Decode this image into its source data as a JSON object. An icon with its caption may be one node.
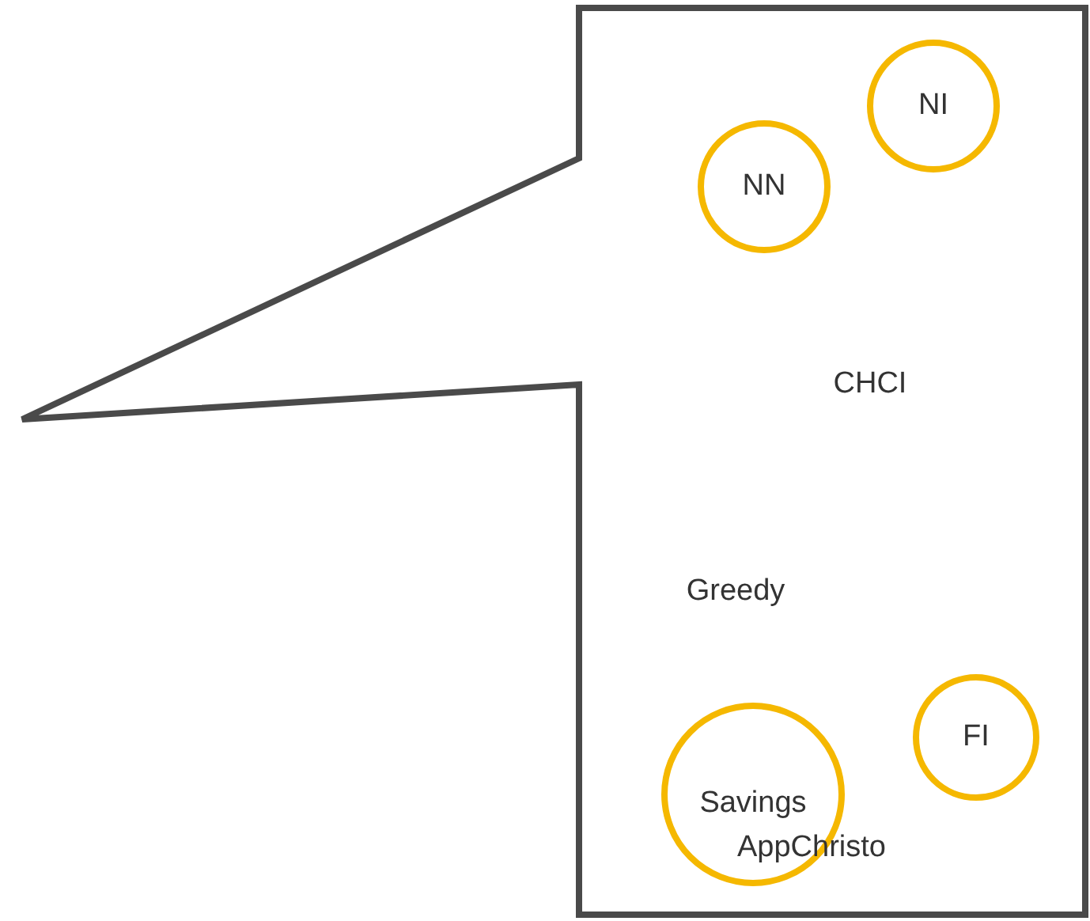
{
  "diagram": {
    "nodes": [
      {
        "text": [
          "NI"
        ]
      },
      {
        "text": [
          "NN"
        ]
      },
      {
        "text": [
          "FI"
        ]
      },
      {
        "text": [
          "Savings"
        ]
      }
    ],
    "labels": [
      "CHCI",
      "Greedy",
      "AppChristo"
    ]
  }
}
